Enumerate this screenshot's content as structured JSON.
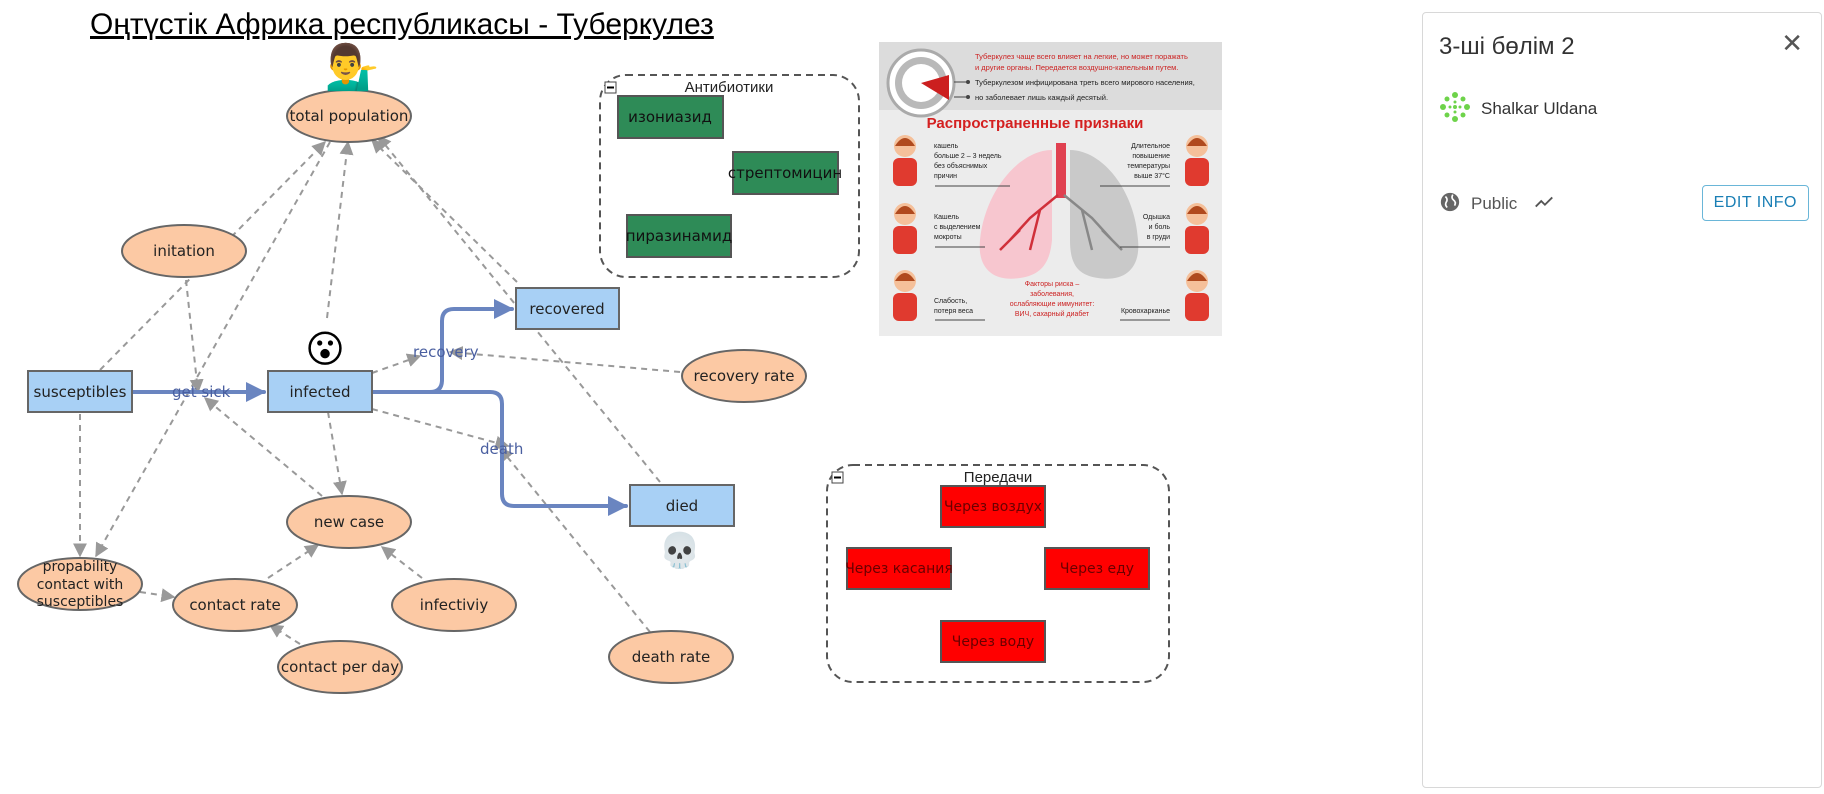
{
  "title": "Оңтүстік Африка республикасы -  Туберкулез",
  "stocks": {
    "susceptibles": "susceptibles",
    "infected": "infected",
    "recovered": "recovered",
    "died": "died"
  },
  "variables": {
    "total_population": "total population",
    "initation": "initation",
    "recovery_rate": "recovery rate",
    "new_case": "new case",
    "propability": [
      "propability",
      "contact with",
      "susceptibles"
    ],
    "contact_rate": "contact rate",
    "infectiviy": "infectiviy",
    "contact_per_day": "contact per day",
    "death_rate": "death rate"
  },
  "flows": {
    "get_sick": "get sick",
    "recovery": "recovery",
    "death": "death"
  },
  "groups": {
    "antibiotics": {
      "label": "Антибиотики",
      "items": [
        "изониазид",
        "стрептомицин",
        "пиразинамид"
      ]
    },
    "transmission": {
      "label": "Передачи",
      "items": [
        "Через воздух",
        "Через касания",
        "Через еду",
        "Через воду"
      ]
    }
  },
  "emojis": {
    "person": "💁‍♂️",
    "surprised": "😮",
    "skull": "💀"
  },
  "infographic": {
    "header": [
      "Туберкулез чаще всего влияет на легкие, но может поражать",
      "и другие органы. Передается воздушно-капельным путем.",
      "Туберкулезом инфицирована треть всего мирового населения,",
      "но заболевает лишь каждый десятый."
    ],
    "heading": "Распространенные признаки",
    "left_items": [
      [
        "кашель",
        "больше 2 – 3 недель",
        "без объяснимых",
        "причин"
      ],
      [
        "Кашель",
        "с выделением",
        "мокроты"
      ],
      [
        "Слабость,",
        "потеря веса"
      ]
    ],
    "right_items": [
      [
        "Длительное",
        "повышение",
        "температуры",
        "выше 37°С"
      ],
      [
        "Одышка",
        "и боль",
        "в груди"
      ],
      [
        "Кровохарканье"
      ]
    ],
    "risk": [
      "Факторы риска –",
      "заболевания,",
      "ослабляющие иммунитет:",
      "ВИЧ, сахарный диабет"
    ]
  },
  "panel": {
    "title": "3-ші бөлім 2",
    "author": "Shalkar Uldana",
    "visibility": "Public",
    "edit_label": "EDIT INFO"
  },
  "colors": {
    "stock_fill": "#a8d0f5",
    "variable_fill": "#fcc9a4",
    "antibiotic_fill": "#2e8b57",
    "transmission_fill": "#ff0000",
    "flow": "#6a85c0",
    "link": "#999999"
  }
}
